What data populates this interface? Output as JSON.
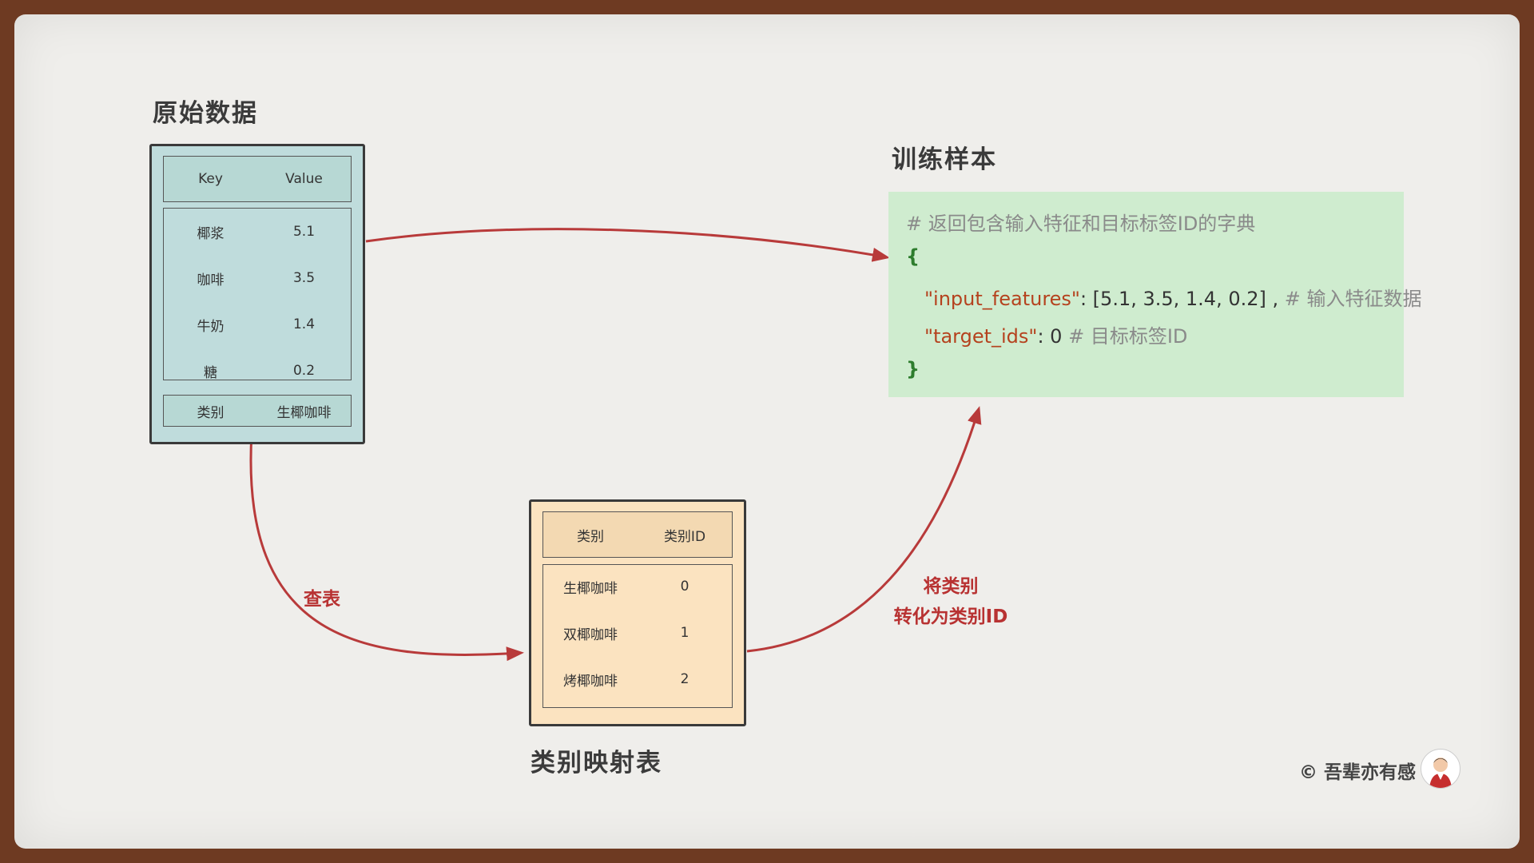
{
  "titles": {
    "raw": "原始数据",
    "sample": "训练样本",
    "mapping": "类别映射表"
  },
  "raw_table": {
    "header": [
      "Key",
      "Value"
    ],
    "rows": [
      [
        "椰浆",
        "5.1"
      ],
      [
        "咖啡",
        "3.5"
      ],
      [
        "牛奶",
        "1.4"
      ],
      [
        "糖",
        "0.2"
      ]
    ],
    "footer": [
      "类别",
      "生椰咖啡"
    ]
  },
  "mapping_table": {
    "header": [
      "类别",
      "类别ID"
    ],
    "rows": [
      [
        "生椰咖啡",
        "0"
      ],
      [
        "双椰咖啡",
        "1"
      ],
      [
        "烤椰咖啡",
        "2"
      ]
    ]
  },
  "code": {
    "comment": "# 返回包含输入特征和目标标签ID的字典",
    "open": "{",
    "line1_key": "\"input_features\"",
    "line1_value": ": [5.1, 3.5, 1.4, 0.2] ,",
    "line1_comment": "# 输入特征数据",
    "line2_key": "\"target_ids\"",
    "line2_value": ": 0",
    "line2_comment": "# 目标标签ID",
    "close": "}"
  },
  "labels": {
    "lookup": "查表",
    "convert_line1": "将类别",
    "convert_line2": "转化为类别ID"
  },
  "credit": "© 吾辈亦有感",
  "colors": {
    "raw_fill": "#bfdcdc",
    "map_fill": "#fbe3c0",
    "code_fill": "#cfeccf",
    "arrow": "#b83a3a"
  }
}
